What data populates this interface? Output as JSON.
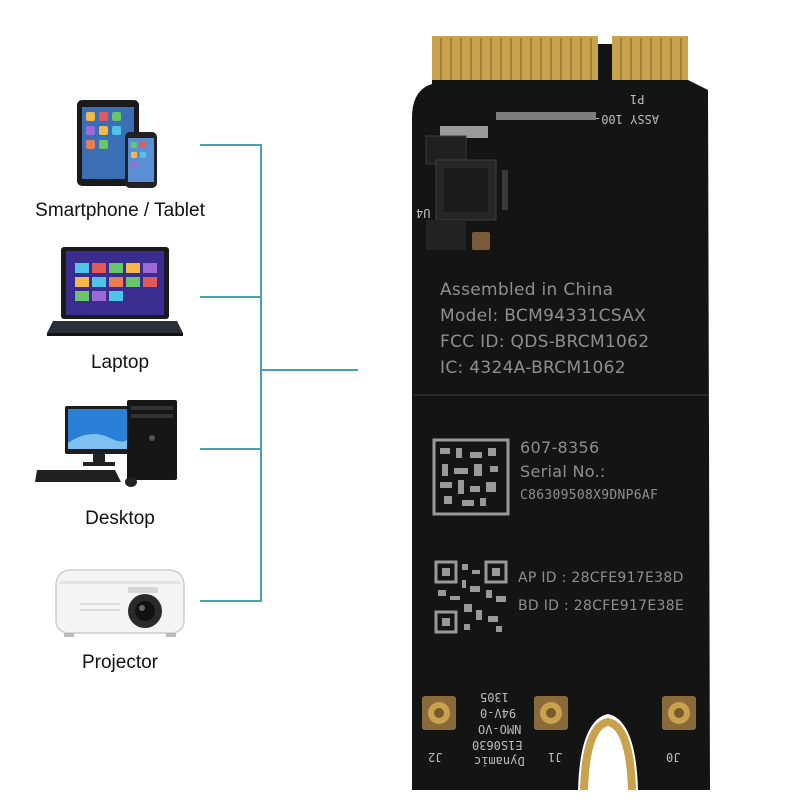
{
  "devices": [
    {
      "label": "Smartphone / Tablet",
      "icon": "smartphone-tablet-icon"
    },
    {
      "label": "Laptop",
      "icon": "laptop-icon"
    },
    {
      "label": "Desktop",
      "icon": "desktop-computer-icon"
    },
    {
      "label": "Projector",
      "icon": "projector-icon"
    }
  ],
  "card": {
    "assembled": "Assembled in China",
    "model": "Model: BCM94331CSAX",
    "fcc": "FCC ID: QDS-BRCM1062",
    "ic": "IC: 4324A-BRCM1062",
    "part_number": "607-8356",
    "serial_label": "Serial No.:",
    "serial": "C86309508X9DNP6AF",
    "ap_id": "AP ID : 28CFE917E38D",
    "bd_id": "BD ID : 28CFE917E38E",
    "silk_top": "ASSY 100-",
    "silk_p1": "P1",
    "silk_u4": "U4",
    "silk_j0": "J0",
    "silk_j1": "J1",
    "silk_j2": "J2",
    "silk_1305": "1305",
    "silk_94v": "94V-0",
    "silk_nmo": "NMO-VO",
    "silk_e1s": "E1S0630",
    "silk_dynamic": "Dynamic"
  },
  "colors": {
    "connector_line": "#4a9fb0",
    "board": "#141414",
    "gold": "#c9a24e"
  }
}
